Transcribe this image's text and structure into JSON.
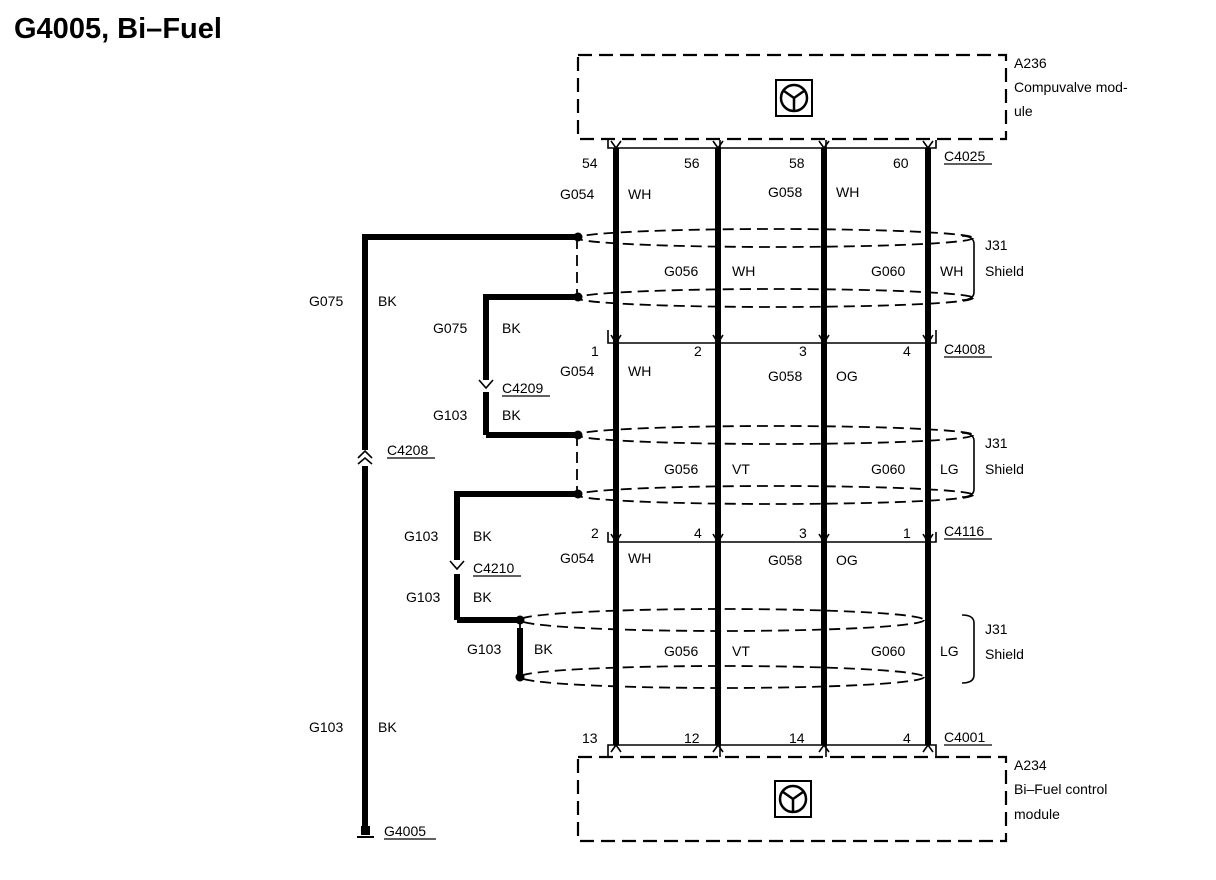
{
  "title": "G4005, Bi–Fuel",
  "modules": {
    "top": {
      "id": "A236",
      "name_line1": "Compuvalve mod-",
      "name_line2": "ule"
    },
    "bottom": {
      "id": "A234",
      "name_line1": "Bi–Fuel control",
      "name_line2": "module"
    }
  },
  "connectors": {
    "c4025": {
      "name": "C4025",
      "pins": [
        "54",
        "56",
        "58",
        "60"
      ]
    },
    "c4008": {
      "name": "C4008",
      "pins": [
        "1",
        "2",
        "3",
        "4"
      ]
    },
    "c4116": {
      "name": "C4116",
      "pins": [
        "2",
        "4",
        "3",
        "1"
      ]
    },
    "c4001": {
      "name": "C4001",
      "pins": [
        "13",
        "12",
        "14",
        "4"
      ]
    },
    "c4209": "C4209",
    "c4210": "C4210",
    "c4208": "C4208"
  },
  "ground": "G4005",
  "shield": {
    "id": "J31",
    "label": "Shield"
  },
  "circuits": {
    "g054": "G054",
    "g056": "G056",
    "g058": "G058",
    "g060": "G060",
    "g075": "G075",
    "g103": "G103"
  },
  "colors": {
    "wh": "WH",
    "vt": "VT",
    "og": "OG",
    "lg": "LG",
    "bk": "BK"
  }
}
